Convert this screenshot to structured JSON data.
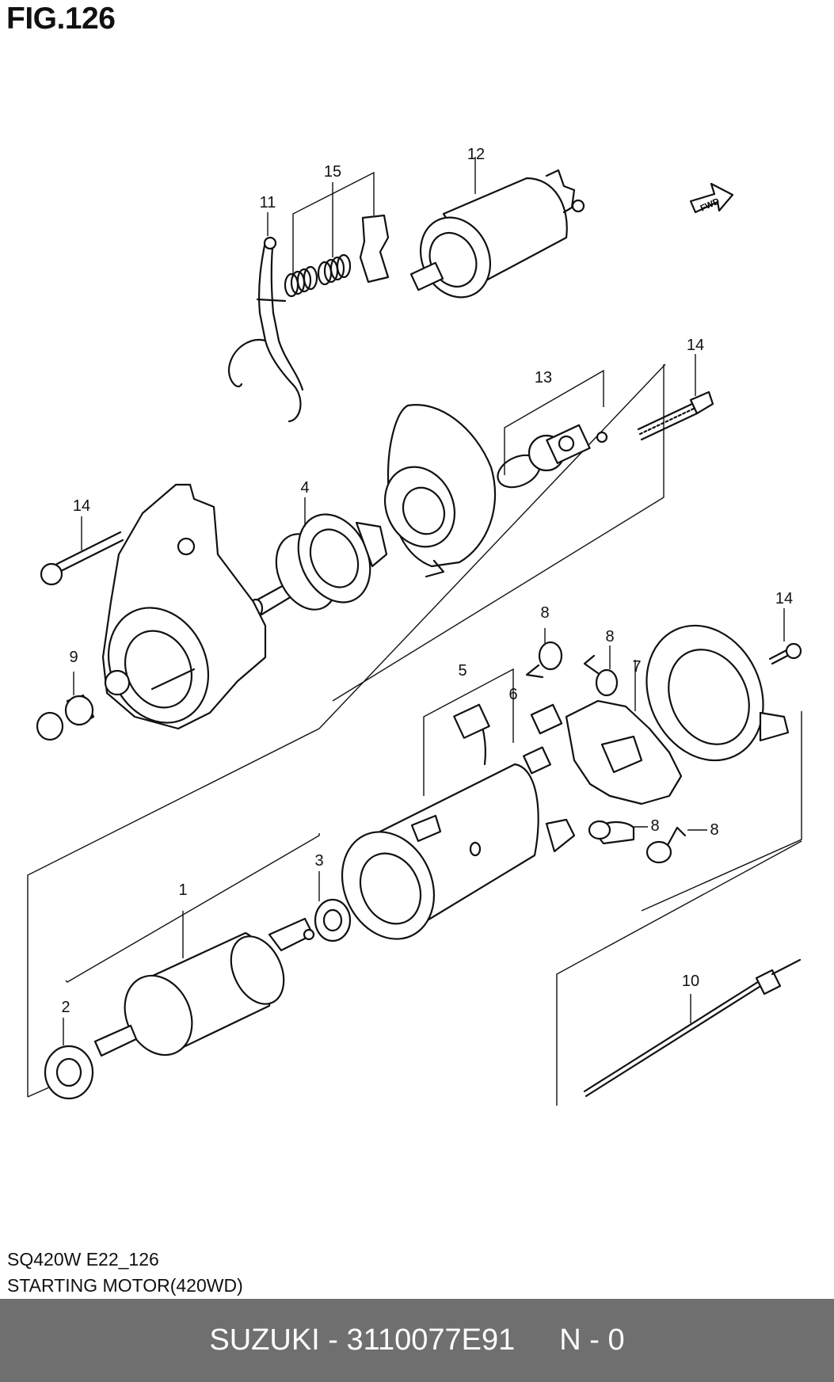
{
  "figure": {
    "title": "FIG.126"
  },
  "fwd_label": "FWD",
  "callouts": {
    "c1": "1",
    "c2": "2",
    "c3": "3",
    "c4": "4",
    "c5": "5",
    "c6": "6",
    "c7": "7",
    "c8a": "8",
    "c8b": "8",
    "c8c": "8",
    "c8d": "8",
    "c9": "9",
    "c10": "10",
    "c11": "11",
    "c12": "12",
    "c13": "13",
    "c14a": "14",
    "c14b": "14",
    "c14c": "14",
    "c15": "15"
  },
  "model": {
    "code": "SQ420W E22_126",
    "name": "STARTING MOTOR(420WD)"
  },
  "footer": {
    "brand": "SUZUKI - 3110077E91",
    "status": "N - 0"
  }
}
